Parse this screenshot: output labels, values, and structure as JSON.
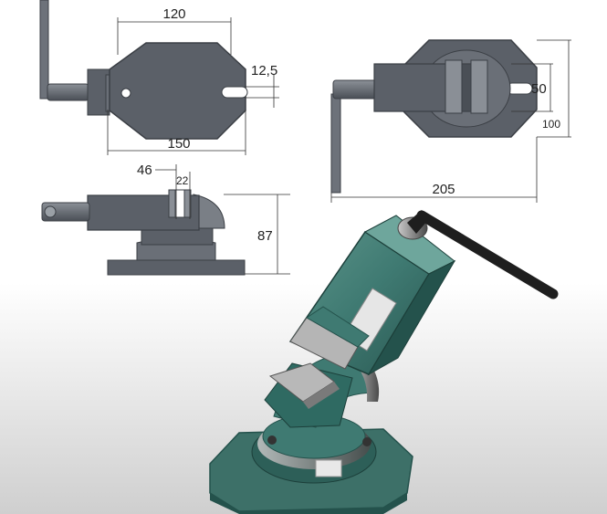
{
  "dimensions": {
    "top_view_width": "120",
    "slot_width": "12,5",
    "top_view_overall": "150",
    "side_jaw_offset": "46",
    "side_jaw_width": "22",
    "side_height": "87",
    "right_jaw_height": "50",
    "right_overall_height": "100",
    "right_overall_length": "205"
  },
  "colors": {
    "drawing_fill": "#5b6068",
    "drawing_dark": "#3b3f45",
    "drawing_light": "#8a8f96",
    "photo_body": "#3f7a72",
    "photo_shadow": "#24524c",
    "photo_highlight": "#6ea69c"
  }
}
